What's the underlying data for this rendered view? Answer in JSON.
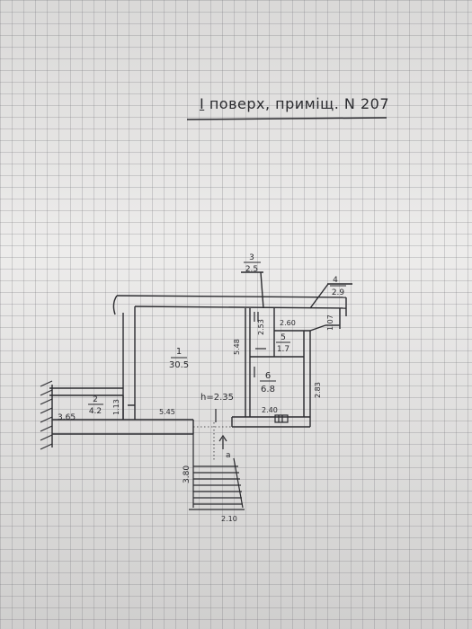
{
  "title": {
    "numeral": "I",
    "text": "поверх, приміщ. N 207"
  },
  "rooms": [
    {
      "number": "1",
      "area": "30.5"
    },
    {
      "number": "2",
      "area": "4.2"
    },
    {
      "number": "3",
      "area": "2.5"
    },
    {
      "number": "4",
      "area": "2.9"
    },
    {
      "number": "5",
      "area": "1.7"
    },
    {
      "number": "6",
      "area": "6.8"
    }
  ],
  "dimensions": {
    "ceiling_height": "h=2.35",
    "d_548": "5.48",
    "d_253": "2.53",
    "d_260": "2.60",
    "d_107": "1.07",
    "d_283": "2.83",
    "d_240": "2.40",
    "d_545": "5.45",
    "d_365": "3.65",
    "d_113": "1.13",
    "d_380": "3.80",
    "d_210": "2.10",
    "stair_mark": "a"
  },
  "colors": {
    "ink": "#2a2a2e",
    "paper": "#ecebea",
    "grid": "#9a9aa0"
  }
}
